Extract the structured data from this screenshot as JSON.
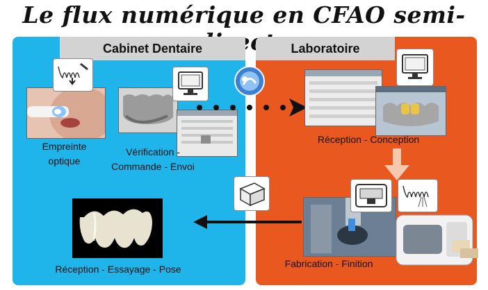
{
  "title": "Le flux numérique en CFAO semi-directe",
  "panels": {
    "left": {
      "header": "Cabinet Dentaire"
    },
    "right": {
      "header": "Laboratoire"
    }
  },
  "steps": {
    "empreinte": [
      "Empreinte",
      "optique"
    ],
    "verification": [
      "Vérification -",
      "Commande - Envoi"
    ],
    "reception_conception": "Réception - Conception",
    "fabrication": "Fabrication - Finition",
    "reception_pose": "Réception - Essayage - Pose"
  },
  "colors": {
    "cabinet_bg": "#1fb4ea",
    "laboratoire_bg": "#e8581f",
    "header_bg": "#d3d3d3",
    "arrow": "#111111",
    "down_arrow": "#f4c9b0"
  },
  "icons": [
    "teeth-scan-icon",
    "computer-monitor-icon",
    "cloud-transfer-icon",
    "package-icon",
    "milling-teeth-icon",
    "milling-machine-icon"
  ]
}
